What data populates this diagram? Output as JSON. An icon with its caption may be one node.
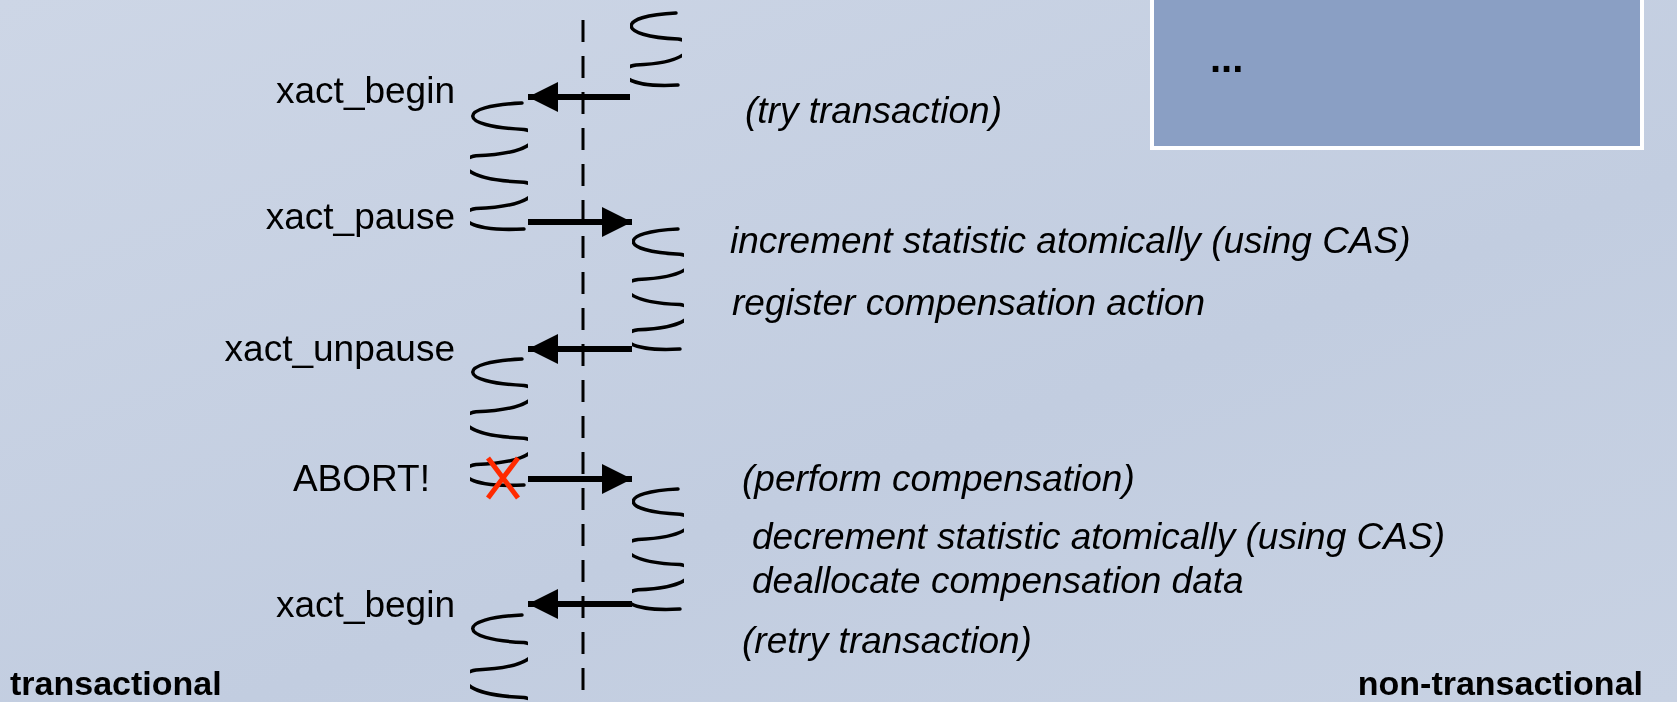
{
  "diagram": {
    "nodes": [
      {
        "text": [
          "..."
        ]
      },
      {
        "text": [],
        "shape": "squiggle"
      },
      {
        "text": [],
        "shape": "squiggle"
      },
      {
        "text": [],
        "shape": "squiggle"
      },
      {
        "text": [],
        "shape": "squiggle"
      },
      {
        "text": [],
        "shape": "squiggle"
      },
      {
        "text": [],
        "shape": "squiggle"
      }
    ],
    "edges": [
      {
        "from": 1,
        "to": 2,
        "arrow": "to"
      },
      {
        "from": 2,
        "to": 3,
        "arrow": "to"
      },
      {
        "from": 3,
        "to": 4,
        "arrow": "to"
      },
      {
        "from": 4,
        "to": 5,
        "arrow": "to"
      },
      {
        "from": 5,
        "to": 6,
        "arrow": "to"
      }
    ],
    "labels": [
      "xact_begin",
      "(try transaction)",
      "xact_pause",
      "increment statistic atomically (using CAS)",
      "register compensation action",
      "xact_unpause",
      "ABORT!",
      "(perform compensation)",
      "decrement statistic atomically (using CAS)",
      "deallocate compensation data",
      "xact_begin",
      "(retry transaction)",
      "transactional",
      "non-transactional"
    ]
  }
}
